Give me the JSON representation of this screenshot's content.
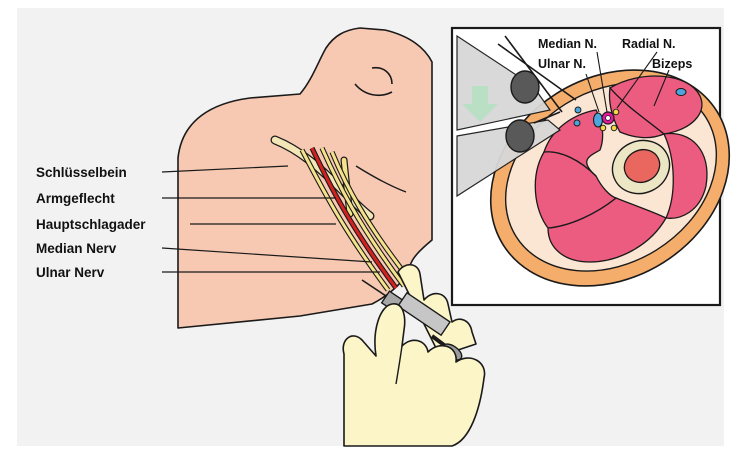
{
  "colors": {
    "background_panel": "#f2f2f3",
    "skin": "#f7c9b3",
    "glove": "#fbf5c8",
    "artery": "#d42020",
    "nerve": "#f4e38a",
    "muscle": "#ec5b80",
    "fat": "#f4ad6b",
    "bone": "#ede6c4",
    "probe_beam": "#d8d8d8",
    "arrow": "#b9dfc5"
  },
  "labels": {
    "clavicle": "Schlüsselbein",
    "plexus": "Armgeflecht",
    "artery": "Hauptschlagader",
    "median_nerve": "Median Nerv",
    "ulnar_nerve": "Ulnar Nerv"
  },
  "inset": {
    "median": "Median N.",
    "ulnar": "Ulnar N.",
    "radial": "Radial N.",
    "biceps": "Bizeps"
  }
}
